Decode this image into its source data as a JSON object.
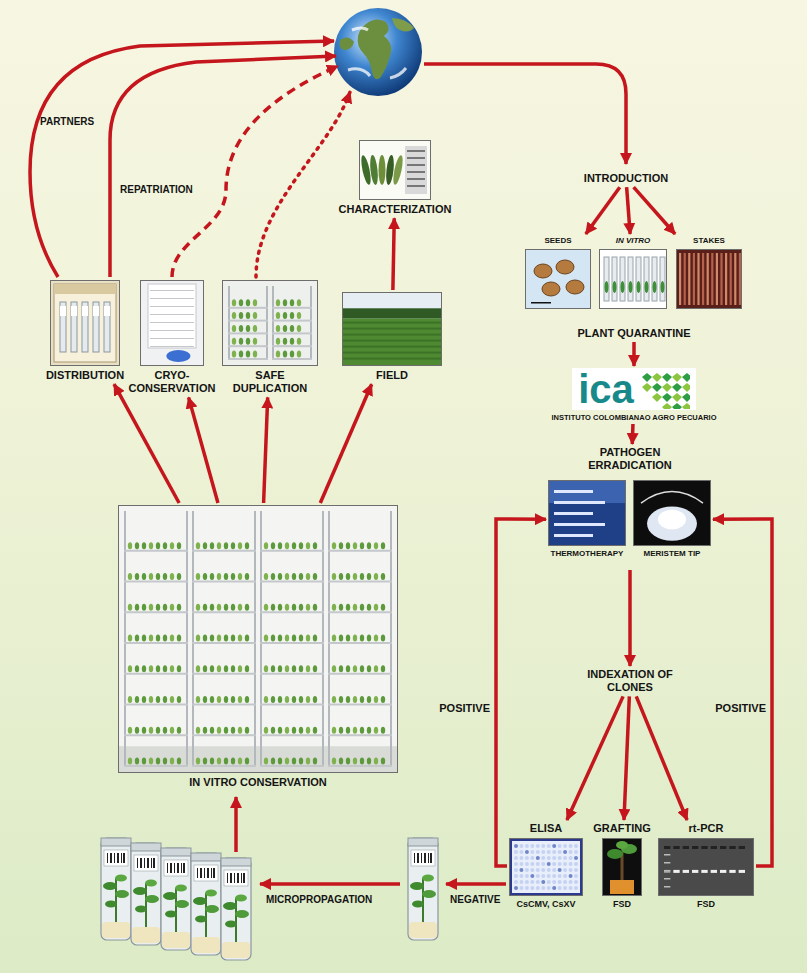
{
  "diagram": {
    "nodes": [
      {
        "text": [
          "CHARACTERIZATION"
        ]
      },
      {
        "text": [
          "INTRODUCTION"
        ]
      },
      {
        "text": [
          "PLANT QUARANTINE"
        ]
      },
      {
        "text": [
          "SEEDS"
        ],
        "in": 2
      },
      {
        "text": [
          "IN VITRO"
        ],
        "in": 2
      },
      {
        "text": [
          "STAKES"
        ],
        "in": 2
      },
      {
        "text": [
          "ica",
          "INSTITUTO COLOMBIANAO AGRO PECUARIO"
        ]
      },
      {
        "text": [
          "PATHOGEN ERRADICATION"
        ]
      },
      {
        "text": [
          "THERMOTHERAPY"
        ],
        "in": 7
      },
      {
        "text": [
          "MERISTEM TIP"
        ],
        "in": 7
      },
      {
        "text": [
          "INDEXATION OF CLONES"
        ]
      },
      {
        "text": [
          "ELISA",
          "CsCMV, CsXV"
        ]
      },
      {
        "text": [
          "GRAFTING",
          "FSD"
        ]
      },
      {
        "text": [
          "rt-PCR",
          "FSD"
        ]
      },
      {
        "text": [
          "IN VITRO CONSERVATION"
        ]
      },
      {
        "text": [
          "DISTRIBUTION"
        ]
      },
      {
        "text": [
          "CRYO- CONSERVATION"
        ]
      },
      {
        "text": [
          "SAFE DUPLICATION"
        ]
      },
      {
        "text": [
          "FIELD"
        ]
      }
    ],
    "edges": [
      {
        "from": 1,
        "to": 3,
        "arrow": "to"
      },
      {
        "from": 1,
        "to": 4,
        "arrow": "to"
      },
      {
        "from": 1,
        "to": 5,
        "arrow": "to"
      },
      {
        "from": 2,
        "to": 6,
        "arrow": "to"
      },
      {
        "from": 6,
        "to": 7,
        "arrow": "to"
      },
      {
        "from": 7,
        "to": 10,
        "arrow": "to"
      },
      {
        "from": 10,
        "to": 11,
        "arrow": "to"
      },
      {
        "from": 10,
        "to": 12,
        "arrow": "to"
      },
      {
        "from": 10,
        "to": 13,
        "arrow": "to"
      },
      {
        "from": 11,
        "to": 8,
        "arrow": "to",
        "label": "POSITIVE"
      },
      {
        "from": 13,
        "to": 9,
        "arrow": "to",
        "label": "POSITIVE"
      },
      {
        "from": 14,
        "to": 15,
        "arrow": "to"
      },
      {
        "from": 14,
        "to": 16,
        "arrow": "to"
      },
      {
        "from": 14,
        "to": 17,
        "arrow": "to"
      },
      {
        "from": 14,
        "to": 18,
        "arrow": "to"
      },
      {
        "from": 18,
        "to": 0,
        "arrow": "to"
      }
    ],
    "labels": [
      "PARTNERS",
      "REPATRIATION",
      "NEGATIVE",
      "MICROPROPAGATION"
    ]
  }
}
